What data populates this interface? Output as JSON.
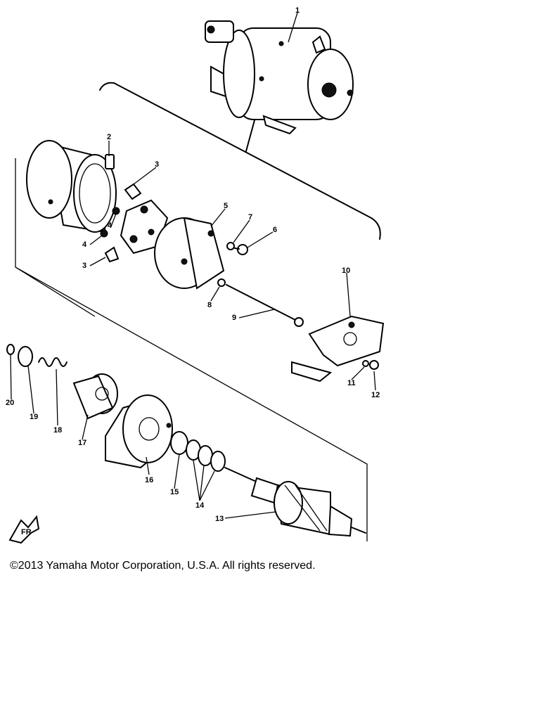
{
  "callouts": {
    "c1": "1",
    "c2": "2",
    "c3a": "3",
    "c3b": "3",
    "c4a": "4",
    "c4b": "4",
    "c5": "5",
    "c6": "6",
    "c7": "7",
    "c8": "8",
    "c9": "9",
    "c10": "10",
    "c11": "11",
    "c12": "12",
    "c13": "13",
    "c14": "14",
    "c15": "15",
    "c16": "16",
    "c17": "17",
    "c18": "18",
    "c19": "19",
    "c20": "20"
  },
  "copyright": "©2013 Yamaha Motor Corporation, U.S.A. All rights reserved."
}
